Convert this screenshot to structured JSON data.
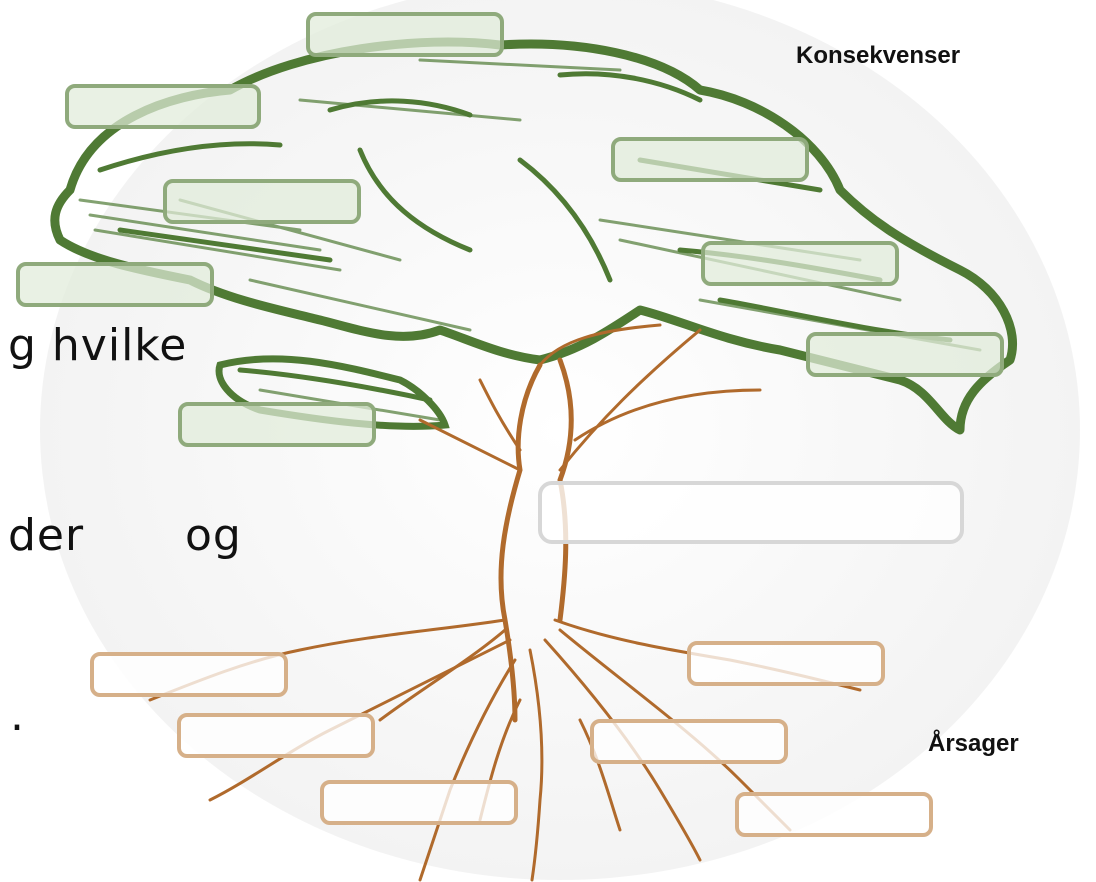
{
  "labels": {
    "top": "Konsekvenser",
    "bottom": "Årsager"
  },
  "background_text": {
    "line1": "g  hvilke",
    "line2": "der",
    "line3": "og",
    "line4": "."
  },
  "colors": {
    "leaves": "#4f7a34",
    "trunk": "#b06a2c",
    "box_green": "#8faa7c",
    "box_brown": "#d6b089",
    "box_gray": "#d7d7d7"
  },
  "boxes": {
    "consequences": [
      "",
      "",
      "",
      "",
      "",
      "",
      ""
    ],
    "center": "",
    "causes": [
      "",
      "",
      "",
      "",
      "",
      ""
    ]
  }
}
